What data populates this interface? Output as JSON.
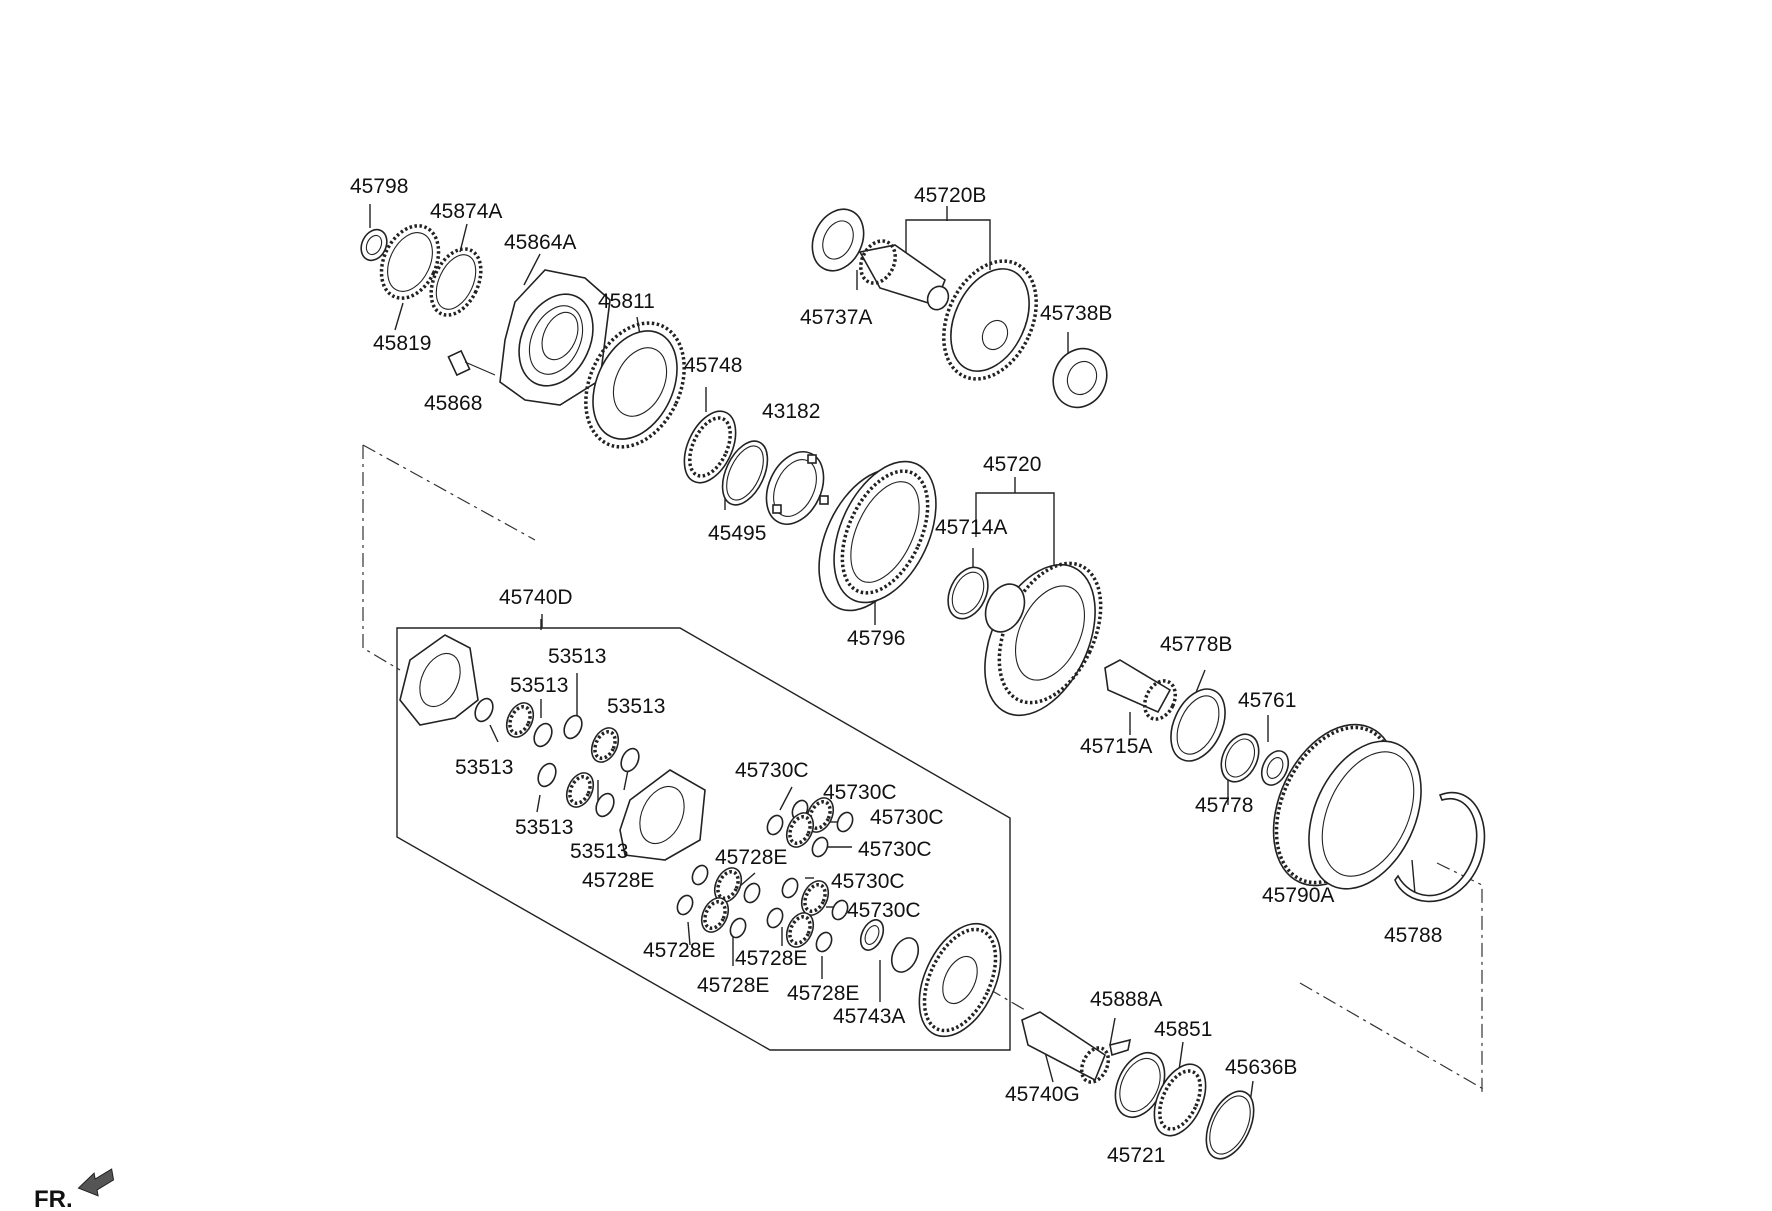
{
  "diagram": {
    "front_marker": "FR.",
    "labels": {
      "p45798": "45798",
      "p45874A": "45874A",
      "p45864A": "45864A",
      "p45819": "45819",
      "p45868": "45868",
      "p45811": "45811",
      "p45748": "45748",
      "p43182": "43182",
      "p45495": "45495",
      "p45720B": "45720B",
      "p45737A": "45737A",
      "p45738B": "45738B",
      "p45720": "45720",
      "p45714A": "45714A",
      "p45796": "45796",
      "p45740D": "45740D",
      "p53513_a": "53513",
      "p53513_b": "53513",
      "p53513_c": "53513",
      "p53513_d": "53513",
      "p53513_e": "53513",
      "p53513_f": "53513",
      "p45730C_a": "45730C",
      "p45730C_b": "45730C",
      "p45730C_c": "45730C",
      "p45730C_d": "45730C",
      "p45730C_e": "45730C",
      "p45730C_f": "45730C",
      "p45728E_a": "45728E",
      "p45728E_b": "45728E",
      "p45728E_c": "45728E",
      "p45728E_d": "45728E",
      "p45728E_e": "45728E",
      "p45728E_f": "45728E",
      "p45743A": "45743A",
      "p45778B": "45778B",
      "p45715A": "45715A",
      "p45761": "45761",
      "p45778": "45778",
      "p45790A": "45790A",
      "p45788": "45788",
      "p45888A": "45888A",
      "p45851": "45851",
      "p45636B": "45636B",
      "p45740G": "45740G",
      "p45721": "45721"
    }
  }
}
